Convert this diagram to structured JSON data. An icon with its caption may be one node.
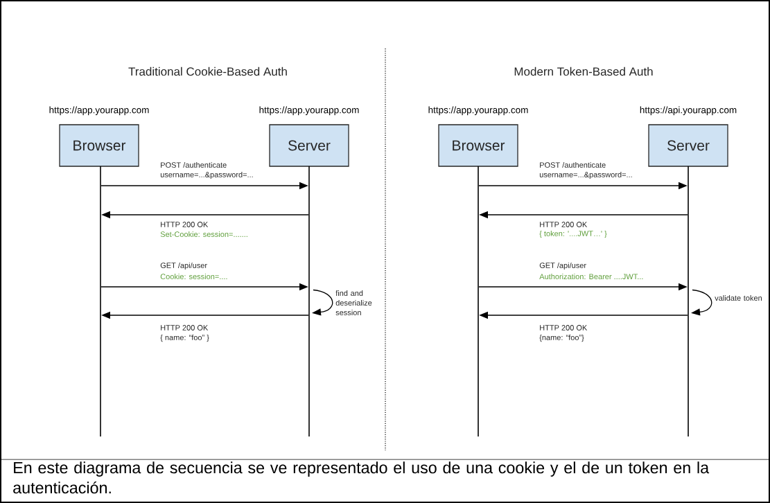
{
  "diagram": {
    "caption": "En este diagrama de secuencia se ve representado el uso de una cookie y el de un token en la autenticación.",
    "nodes": [
      {
        "text": [
          "Browser"
        ],
        "beside": [
          "https://app.yourapp.com"
        ]
      },
      {
        "text": [
          "Server"
        ],
        "beside": [
          "https://app.yourapp.com"
        ]
      },
      {
        "text": [],
        "shape": "line"
      },
      {
        "text": [],
        "shape": "line"
      },
      {
        "text": [
          "Browser"
        ],
        "beside": [
          "https://app.yourapp.com"
        ]
      },
      {
        "text": [
          "Server"
        ],
        "beside": [
          "https://api.yourapp.com"
        ]
      },
      {
        "text": [],
        "shape": "line"
      },
      {
        "text": [],
        "shape": "line"
      }
    ],
    "edges": [
      {
        "from": 2,
        "to": 3,
        "arrow": "to",
        "label": "POST /authenticate"
      },
      {
        "from": 3,
        "to": 2,
        "arrow": "to",
        "label": "HTTP 200 OK"
      },
      {
        "from": 2,
        "to": 3,
        "arrow": "to",
        "label": "GET /api/user"
      },
      {
        "from": 3,
        "to": 3,
        "arrow": "to",
        "label": "find and deserialize session"
      },
      {
        "from": 3,
        "to": 2,
        "arrow": "to",
        "label": "HTTP 200 OK"
      },
      {
        "from": 6,
        "to": 7,
        "arrow": "to",
        "label": "POST /authenticate"
      },
      {
        "from": 7,
        "to": 6,
        "arrow": "to",
        "label": "HTTP 200 OK"
      },
      {
        "from": 6,
        "to": 7,
        "arrow": "to",
        "label": "GET /api/user"
      },
      {
        "from": 7,
        "to": 7,
        "arrow": "to",
        "label": "validate token"
      },
      {
        "from": 7,
        "to": 6,
        "arrow": "to",
        "label": "HTTP 200 OK"
      }
    ],
    "labels": [
      "Traditional Cookie-Based Auth",
      "Modern Token-Based Auth",
      "username=...&password=...",
      "Set-Cookie: session=.......",
      "Cookie: session=....",
      "{ name: “foo” }",
      "username=...&password=...",
      "{ token: '....JWT…' }",
      "Authorization: Bearer ....JWT...",
      "{name: “foo”}"
    ]
  }
}
